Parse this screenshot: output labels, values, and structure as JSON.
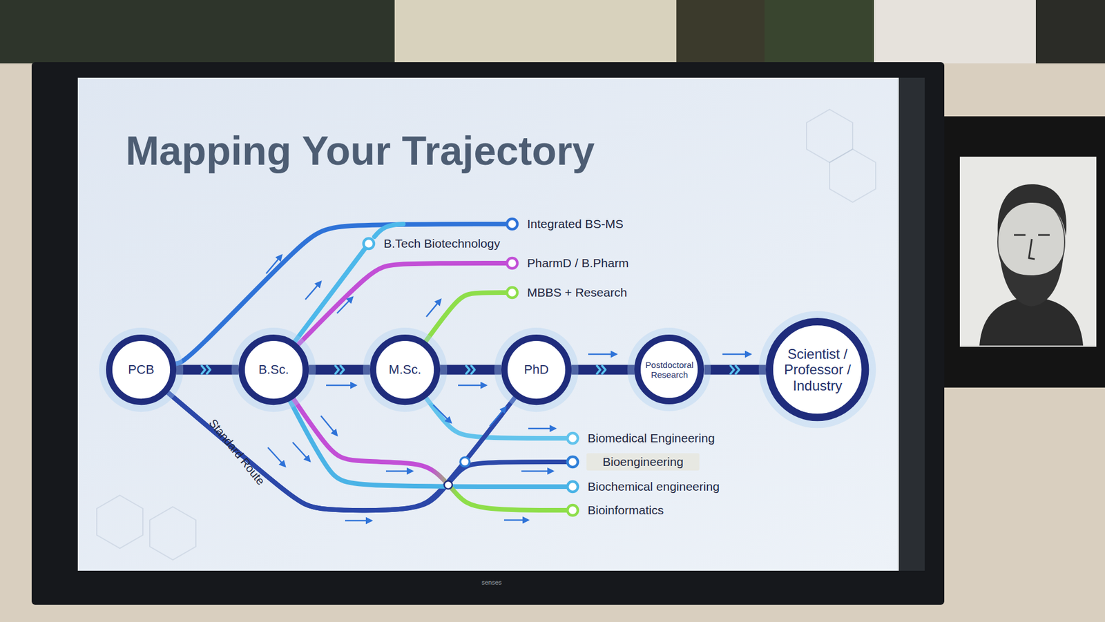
{
  "diagram": {
    "title": "Mapping Your Trajectory",
    "nodes": [
      {
        "text": [
          "PCB"
        ]
      },
      {
        "text": [
          "B.Sc."
        ]
      },
      {
        "text": [
          "M.Sc."
        ]
      },
      {
        "text": [
          "PhD"
        ]
      },
      {
        "text": [
          "Postdoctoral Research"
        ]
      },
      {
        "text": [
          "Scientist / Professor / Industry"
        ]
      },
      {
        "text": [
          "Integrated BS-MS"
        ]
      },
      {
        "text": [
          "B.Tech Biotechnology"
        ]
      },
      {
        "text": [
          "PharmD / B.Pharm"
        ]
      },
      {
        "text": [
          "MBBS + Research"
        ]
      },
      {
        "text": [
          "Biomedical Engineering"
        ]
      },
      {
        "text": [
          "Bioengineering"
        ]
      },
      {
        "text": [
          "Biochemical engineering"
        ]
      },
      {
        "text": [
          "Bioinformatics"
        ]
      }
    ],
    "edges": [
      {
        "from": 0,
        "to": 1,
        "arrow": "none"
      },
      {
        "from": 1,
        "to": 2,
        "arrow": "none"
      },
      {
        "from": 2,
        "to": 3,
        "arrow": "none"
      },
      {
        "from": 3,
        "to": 4,
        "arrow": "none"
      },
      {
        "from": 4,
        "to": 5,
        "arrow": "none"
      },
      {
        "from": 0,
        "to": 6,
        "arrow": "none"
      },
      {
        "from": 1,
        "to": 7,
        "arrow": "none"
      },
      {
        "from": 1,
        "to": 8,
        "arrow": "none"
      },
      {
        "from": 2,
        "to": 9,
        "arrow": "none"
      },
      {
        "from": 2,
        "to": 10,
        "arrow": "none"
      },
      {
        "from": 0,
        "to": 3,
        "label": "Standard Route",
        "arrow": "none"
      },
      {
        "from": 0,
        "to": 11,
        "arrow": "none"
      },
      {
        "from": 1,
        "to": 12,
        "arrow": "none"
      },
      {
        "from": 1,
        "to": 13,
        "arrow": "none"
      }
    ],
    "labels": [
      "senses"
    ]
  }
}
